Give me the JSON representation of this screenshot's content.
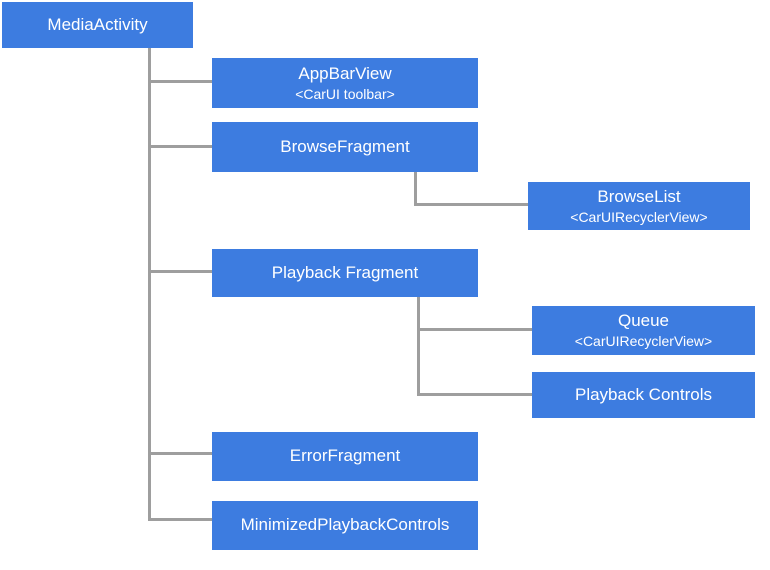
{
  "colors": {
    "node_fill": "#3d7ce0",
    "node_text": "#ffffff",
    "connector": "#9e9e9e"
  },
  "nodes": [
    {
      "id": "media-activity",
      "label": "MediaActivity"
    },
    {
      "id": "app-bar-view",
      "label": "AppBarView",
      "sublabel": "<CarUI toolbar>"
    },
    {
      "id": "browse-fragment",
      "label": "BrowseFragment"
    },
    {
      "id": "browse-list",
      "label": "BrowseList",
      "sublabel": "<CarUIRecyclerView>"
    },
    {
      "id": "playback-fragment",
      "label": "Playback Fragment"
    },
    {
      "id": "queue",
      "label": "Queue",
      "sublabel": "<CarUIRecyclerView>"
    },
    {
      "id": "playback-controls",
      "label": "Playback Controls"
    },
    {
      "id": "error-fragment",
      "label": "ErrorFragment"
    },
    {
      "id": "minimized-playback-controls",
      "label": "MinimizedPlaybackControls"
    }
  ],
  "edges": [
    {
      "from": "MediaActivity",
      "to": "AppBarView"
    },
    {
      "from": "MediaActivity",
      "to": "BrowseFragment"
    },
    {
      "from": "MediaActivity",
      "to": "Playback Fragment"
    },
    {
      "from": "MediaActivity",
      "to": "ErrorFragment"
    },
    {
      "from": "MediaActivity",
      "to": "MinimizedPlaybackControls"
    },
    {
      "from": "BrowseFragment",
      "to": "BrowseList"
    },
    {
      "from": "Playback Fragment",
      "to": "Queue"
    },
    {
      "from": "Playback Fragment",
      "to": "Playback Controls"
    }
  ]
}
